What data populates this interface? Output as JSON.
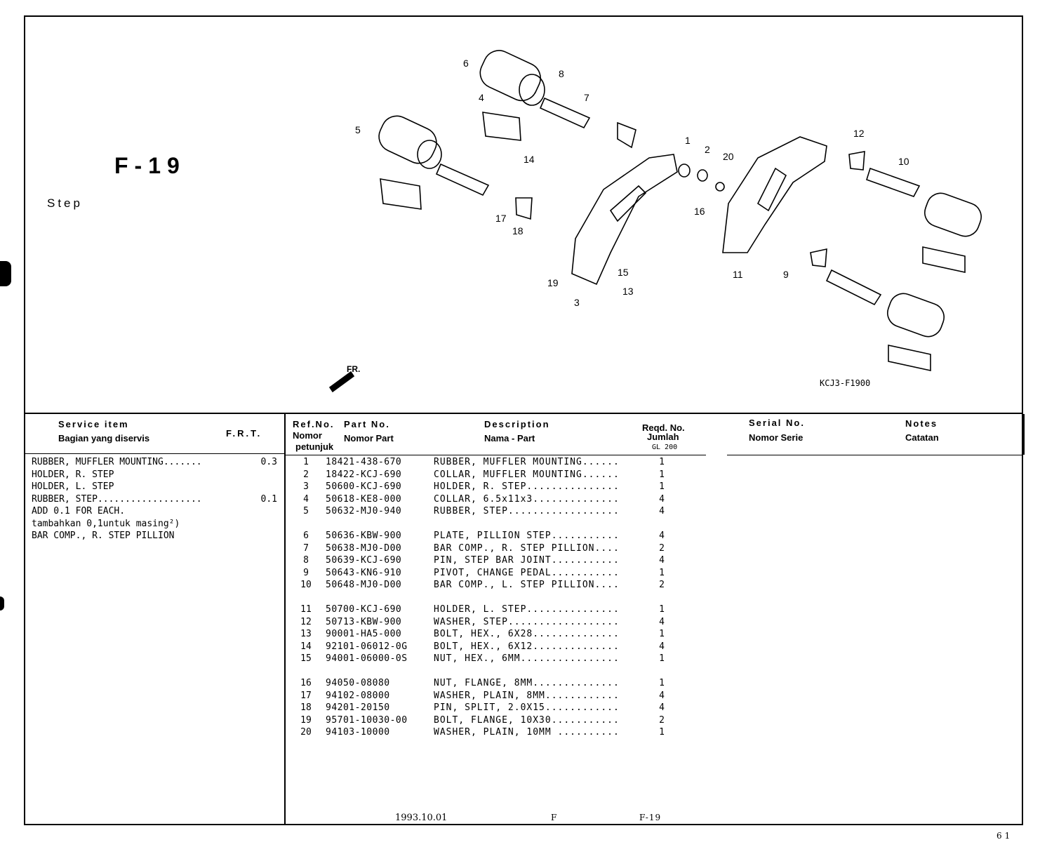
{
  "figure": {
    "code": "F-19",
    "title": "Step",
    "diagram_ref": "KCJ3-F1900",
    "direction_label": "FR."
  },
  "callouts": [
    "1",
    "2",
    "3",
    "4",
    "5",
    "6",
    "7",
    "8",
    "9",
    "10",
    "11",
    "12",
    "13",
    "14",
    "15",
    "16",
    "17",
    "18",
    "19",
    "20"
  ],
  "headers": {
    "service_item": "Service item",
    "service_item_id": "Bagian yang diservis",
    "frt": "F.R.T.",
    "ref_no": "Ref.No.",
    "ref_no_id_1": "Nomor",
    "ref_no_id_2": "petunjuk",
    "part_no": "Part No.",
    "part_no_id": "Nomor Part",
    "description": "Description",
    "description_id": "Nama - Part",
    "reqd_no": "Reqd. No.",
    "reqd_no_id": "Jumlah",
    "model": "GL 200",
    "serial_no": "Serial No.",
    "serial_no_id": "Nomor Serie",
    "notes": "Notes",
    "notes_id": "Catatan"
  },
  "service_items": [
    {
      "text": "RUBBER, MUFFLER MOUNTING.......",
      "frt": "0.3"
    },
    {
      "text": "HOLDER, R. STEP",
      "frt": ""
    },
    {
      "text": "HOLDER, L. STEP",
      "frt": ""
    },
    {
      "text": "RUBBER, STEP...................",
      "frt": "0.1"
    },
    {
      "text": "ADD 0.1 FOR EACH.",
      "frt": ""
    },
    {
      "text": "tambahkan 0,1untuk masing²)",
      "frt": ""
    },
    {
      "text": "BAR COMP., R. STEP PILLION",
      "frt": ""
    }
  ],
  "parts": [
    {
      "ref": "1",
      "part_no": "18421-438-670",
      "desc": "RUBBER, MUFFLER MOUNTING......",
      "qty": "1"
    },
    {
      "ref": "2",
      "part_no": "18422-KCJ-690",
      "desc": "COLLAR, MUFFLER MOUNTING......",
      "qty": "1"
    },
    {
      "ref": "3",
      "part_no": "50600-KCJ-690",
      "desc": "HOLDER, R. STEP...............",
      "qty": "1"
    },
    {
      "ref": "4",
      "part_no": "50618-KE8-000",
      "desc": "COLLAR, 6.5x11x3..............",
      "qty": "4"
    },
    {
      "ref": "5",
      "part_no": "50632-MJ0-940",
      "desc": "RUBBER, STEP..................",
      "qty": "4"
    },
    {
      "ref": "6",
      "part_no": "50636-KBW-900",
      "desc": "PLATE, PILLION STEP...........",
      "qty": "4"
    },
    {
      "ref": "7",
      "part_no": "50638-MJ0-D00",
      "desc": "BAR COMP., R. STEP PILLION....",
      "qty": "2"
    },
    {
      "ref": "8",
      "part_no": "50639-KCJ-690",
      "desc": "PIN, STEP BAR JOINT...........",
      "qty": "4"
    },
    {
      "ref": "9",
      "part_no": "50643-KN6-910",
      "desc": "PIVOT, CHANGE PEDAL...........",
      "qty": "1"
    },
    {
      "ref": "10",
      "part_no": "50648-MJ0-D00",
      "desc": "BAR COMP., L. STEP PILLION....",
      "qty": "2"
    },
    {
      "ref": "11",
      "part_no": "50700-KCJ-690",
      "desc": "HOLDER, L. STEP...............",
      "qty": "1"
    },
    {
      "ref": "12",
      "part_no": "50713-KBW-900",
      "desc": "WASHER, STEP..................",
      "qty": "4"
    },
    {
      "ref": "13",
      "part_no": "90001-HA5-000",
      "desc": "BOLT, HEX., 6X28..............",
      "qty": "1"
    },
    {
      "ref": "14",
      "part_no": "92101-06012-0G",
      "desc": "BOLT, HEX., 6X12..............",
      "qty": "4"
    },
    {
      "ref": "15",
      "part_no": "94001-06000-0S",
      "desc": "NUT, HEX., 6MM................",
      "qty": "1"
    },
    {
      "ref": "16",
      "part_no": "94050-08080",
      "desc": "NUT, FLANGE, 8MM..............",
      "qty": "1"
    },
    {
      "ref": "17",
      "part_no": "94102-08000",
      "desc": "WASHER, PLAIN, 8MM............",
      "qty": "4"
    },
    {
      "ref": "18",
      "part_no": "94201-20150",
      "desc": "PIN, SPLIT, 2.0X15............",
      "qty": "4"
    },
    {
      "ref": "19",
      "part_no": "95701-10030-00",
      "desc": "BOLT, FLANGE, 10X30...........",
      "qty": "2"
    },
    {
      "ref": "20",
      "part_no": "94103-10000",
      "desc": "WASHER, PLAIN, 10MM ..........",
      "qty": "1"
    }
  ],
  "footer": {
    "date": "1993.10.01",
    "code": "F",
    "fig": "F-19",
    "page": "61"
  }
}
